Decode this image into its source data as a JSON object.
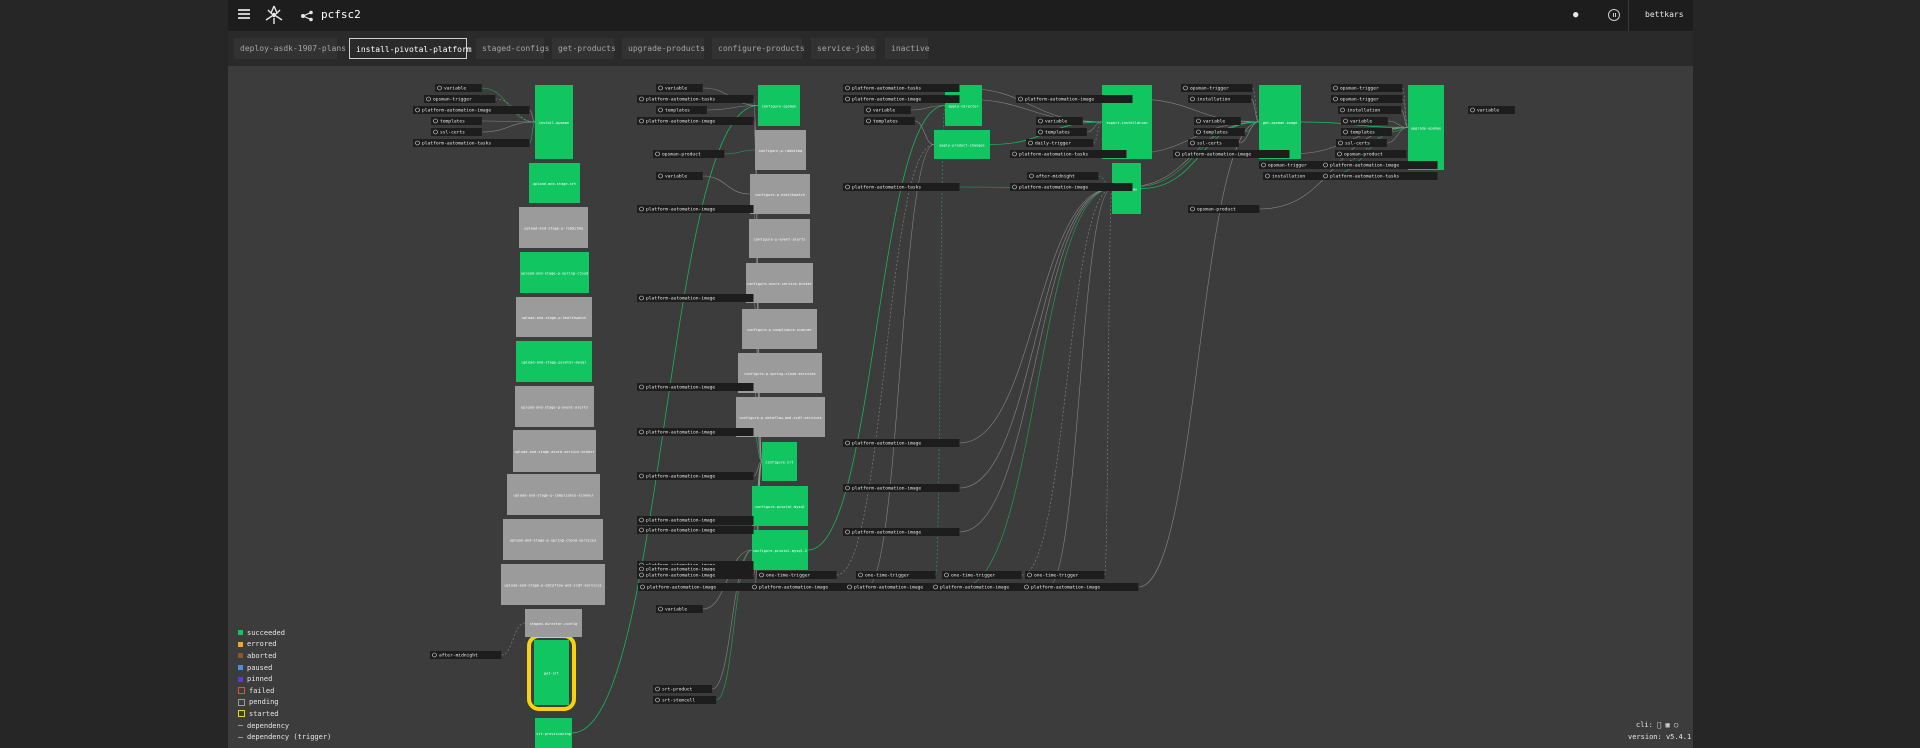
{
  "header": {
    "pipeline_name": "pcfsc2",
    "user": "bettkars"
  },
  "groups": [
    {
      "label": "deploy-asdk-1907-plans",
      "active": false
    },
    {
      "label": "install-pivotal-platform",
      "active": true
    },
    {
      "label": "staged-configs",
      "active": false
    },
    {
      "label": "get-products",
      "active": false
    },
    {
      "label": "upgrade-products",
      "active": false
    },
    {
      "label": "configure-products",
      "active": false
    },
    {
      "label": "service-jobs",
      "active": false
    },
    {
      "label": "inactive",
      "active": false
    }
  ],
  "legend": [
    {
      "label": "succeeded",
      "color": "#11c560",
      "style": "fill"
    },
    {
      "label": "errored",
      "color": "#f5a623",
      "style": "fill"
    },
    {
      "label": "aborted",
      "color": "#8b572a",
      "style": "fill"
    },
    {
      "label": "paused",
      "color": "#4a90e2",
      "style": "fill"
    },
    {
      "label": "pinned",
      "color": "#5c3bd1",
      "style": "fill"
    },
    {
      "label": "failed",
      "color": "#ed4b35",
      "style": "border"
    },
    {
      "label": "pending",
      "color": "#9b9b9b",
      "style": "border-dark"
    },
    {
      "label": "started",
      "color": "#f8d20e",
      "style": "border"
    },
    {
      "label": "dependency",
      "style": "line"
    },
    {
      "label": "dependency (trigger)",
      "style": "dash"
    }
  ],
  "footer": {
    "cli_label": "cli:",
    "version_label": "version:",
    "version": "v5.4.1"
  },
  "colors": {
    "succeeded": "#11c560",
    "pending": "#9b9b9b",
    "started": "#f8d20e",
    "input": "#1e1d1d"
  },
  "jobs": [
    {
      "name": "install-opsman",
      "status": "succeeded"
    },
    {
      "name": "upload-and-stage-srt",
      "status": "succeeded"
    },
    {
      "name": "upload-and-stage-p-rabbitmq",
      "status": "pending"
    },
    {
      "name": "upload-and-stage-p-spring-cloud",
      "status": "succeeded"
    },
    {
      "name": "upload-and-stage-p-healthwatch",
      "status": "pending"
    },
    {
      "name": "upload-and-stage-pivotal-mysql",
      "status": "succeeded"
    },
    {
      "name": "upload-and-stage-p-event-alerts",
      "status": "pending"
    },
    {
      "name": "upload-and-stage-azure-service-broker",
      "status": "pending"
    },
    {
      "name": "upload-and-stage-p-compliance-scanner",
      "status": "pending"
    },
    {
      "name": "upload-and-stage-p-spring-cloud-services",
      "status": "pending"
    },
    {
      "name": "upload-and-stage-p-dataflow-and-scdf-services",
      "status": "pending"
    },
    {
      "name": "staged-director-config",
      "status": "pending"
    },
    {
      "name": "get-srt",
      "status": "succeeded"
    },
    {
      "name": "srt-provisioning",
      "status": "succeeded"
    },
    {
      "name": "configure-opsman",
      "status": "succeeded"
    },
    {
      "name": "configure-p-rabbitmq",
      "status": "pending"
    },
    {
      "name": "configure-p-healthwatch",
      "status": "pending"
    },
    {
      "name": "configure-p-event-alerts",
      "status": "pending"
    },
    {
      "name": "configure-azure-service-broker",
      "status": "pending"
    },
    {
      "name": "configure-p-compliance-scanner",
      "status": "pending"
    },
    {
      "name": "configure-p-spring-cloud-services",
      "status": "pending"
    },
    {
      "name": "configure-p-dataflow-and-scdf-services",
      "status": "pending"
    },
    {
      "name": "configure-srt",
      "status": "succeeded"
    },
    {
      "name": "configure-pivotal-mysql",
      "status": "succeeded"
    },
    {
      "name": "configure-pivotal-mysql-2",
      "status": "succeeded"
    },
    {
      "name": "apply-director",
      "status": "succeeded"
    },
    {
      "name": "apply-product-changes",
      "status": "succeeded"
    },
    {
      "name": "export-installation",
      "status": "succeeded"
    },
    {
      "name": "get-opsman",
      "status": "succeeded"
    },
    {
      "name": "get-opsman-image",
      "status": "succeeded"
    },
    {
      "name": "upgrade-opsman",
      "status": "succeeded"
    }
  ],
  "inputs": [
    "variable",
    "opsman-trigger",
    "platform-automation-image",
    "templates",
    "ssl-certs",
    "platform-automation-tasks",
    "variable",
    "platform-automation-tasks",
    "templates",
    "platform-automation-image",
    "opsman-product",
    "variable",
    "platform-automation-image",
    "platform-automation-image",
    "platform-automation-image",
    "platform-automation-image",
    "platform-automation-image",
    "platform-automation-image",
    "platform-automation-image",
    "platform-automation-image",
    "platform-automation-image",
    "platform-automation-image",
    "platform-automation-image",
    "variable",
    "one-time-trigger",
    "one-time-trigger",
    "one-time-trigger",
    "one-time-trigger",
    "platform-automation-image",
    "platform-automation-image",
    "platform-automation-image",
    "platform-automation-image",
    "platform-automation-image",
    "after-midnight",
    "srt-product",
    "srt-stemcell",
    "platform-automation-tasks",
    "platform-automation-image",
    "variable",
    "templates",
    "platform-automation-tasks",
    "platform-automation-image",
    "platform-automation-image",
    "platform-automation-image",
    "platform-automation-image",
    "platform-automation-image",
    "variable",
    "templates",
    "daily-trigger",
    "platform-automation-tasks",
    "after-midnight",
    "platform-automation-image",
    "opsman-trigger",
    "installation",
    "variable",
    "templates",
    "ssl-certs",
    "platform-automation-image",
    "opsman-product",
    "opsman-trigger",
    "installation",
    "opsman-trigger",
    "opsman-trigger",
    "installation",
    "variable",
    "templates",
    "ssl-certs",
    "opsman-product",
    "platform-automation-image",
    "platform-automation-tasks",
    "variable"
  ]
}
